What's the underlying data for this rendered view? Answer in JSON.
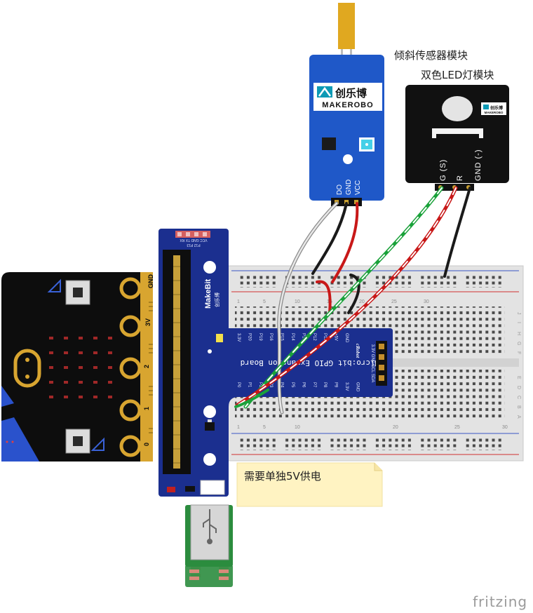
{
  "labels": {
    "tilt_module": "倾斜传感器模块",
    "led_module": "双色LED灯模块",
    "note": "需要单独5V供电",
    "watermark": "fritzing"
  },
  "tilt_sensor": {
    "brand_cn": "创乐博",
    "brand_en": "MAKEROBO",
    "pins": [
      "DO",
      "GND",
      "VCC"
    ]
  },
  "led_module": {
    "brand_cn": "创乐博",
    "brand_en": "MAKEROBO",
    "pins": [
      "G (S)",
      "R",
      "GND (-)"
    ]
  },
  "microbit": {
    "pins": [
      "GND",
      "3V",
      "2",
      "1",
      "0"
    ]
  },
  "expansion_board": {
    "brand": "MakeBit",
    "brand_cn": "创乐博",
    "title_mirrored": "Micro:bit GPIO Expansion Board",
    "header_top": "VCC GND TX RX",
    "header_top2": "P12 P13",
    "gpio_row1": [
      "3.3V",
      "P20",
      "P19",
      "P16",
      "P15",
      "P14",
      "P13",
      "P12",
      "P11",
      "+5V",
      "GND"
    ],
    "gpio_row2": [
      "P0",
      "P1",
      "P2",
      "P3",
      "P4",
      "P5",
      "P6",
      "P7",
      "P8",
      "P9",
      "3.3V",
      "GND"
    ],
    "i2c": "3.3V GND SCL SDA",
    "crobot": "cRobot"
  },
  "breadboard": {
    "col_numbers": [
      "1",
      "5",
      "10",
      "15",
      "20",
      "25",
      "30"
    ],
    "rows_top": [
      "J",
      "I",
      "H",
      "G",
      "F"
    ],
    "rows_bottom": [
      "E",
      "D",
      "C",
      "B",
      "A"
    ]
  },
  "colors": {
    "pcb_blue": "#1f58c8",
    "module_black": "#111111",
    "board_navy": "#1b2f8f",
    "wire_red": "#d01818",
    "wire_green": "#1aa23a",
    "wire_gray": "#a8a8a8",
    "pin_gold": "#d8a530",
    "note_yellow": "#fff3c2"
  }
}
